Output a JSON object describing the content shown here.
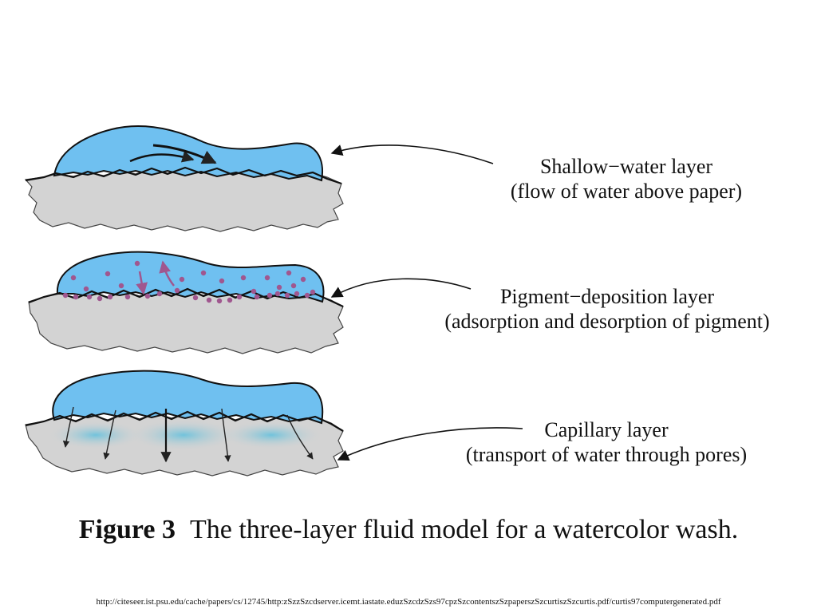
{
  "layers": [
    {
      "id": "shallow",
      "title": "Shallow−water layer",
      "subtitle": "(flow of water above paper)"
    },
    {
      "id": "pigment",
      "title": "Pigment−deposition layer",
      "subtitle": "(adsorption and desorption of pigment)"
    },
    {
      "id": "capillary",
      "title": "Capillary layer",
      "subtitle": "(transport of water through pores)"
    }
  ],
  "caption": {
    "figure_number": "Figure 3",
    "text": "The three-layer fluid model for a watercolor wash."
  },
  "source_url": "http://citeseer.ist.psu.edu/cache/papers/cs/12745/http:zSzzSzcdserver.icemt.iastate.eduzSzcdzSzs97cpzSzcontentszSzpaperszSzcurtiszSzcurtis.pdf/curtis97computergenerated.pdf",
  "colors": {
    "water": "#6fc0f0",
    "paper": "#d3d3d3",
    "pigment": "#a0578f",
    "ink": "#111111",
    "capillary": "#7ec6dc"
  }
}
